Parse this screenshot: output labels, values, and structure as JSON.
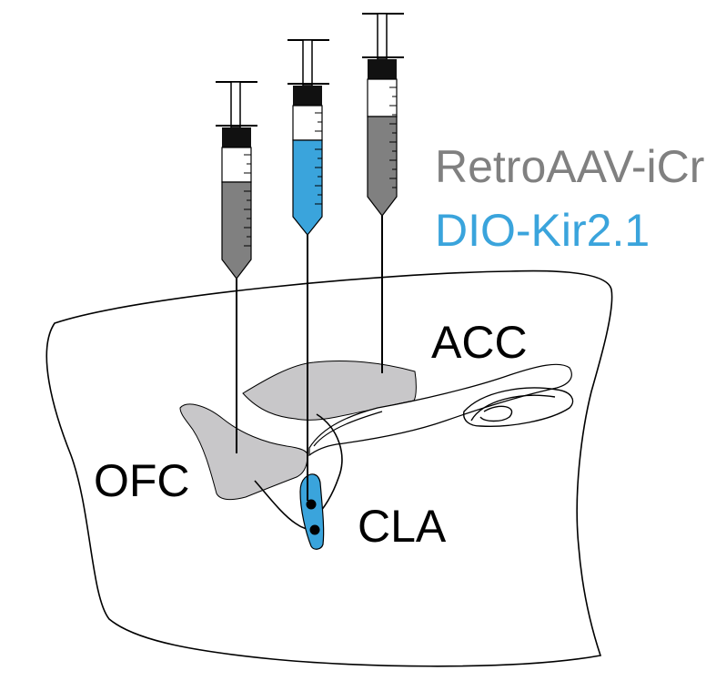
{
  "labels": {
    "acc": "ACC",
    "ofc": "OFC",
    "cla": "CLA"
  },
  "legend": {
    "virus_1": "RetroAAV-iCre",
    "virus_2": "DIO-Kir2.1"
  },
  "colors": {
    "gray_fill": "#808080",
    "blue_fill": "#3aa4dc",
    "region_gray": "#c8c7c9",
    "legend_gray": "#808080",
    "legend_blue": "#3aa4dc",
    "outline": "#000000"
  }
}
